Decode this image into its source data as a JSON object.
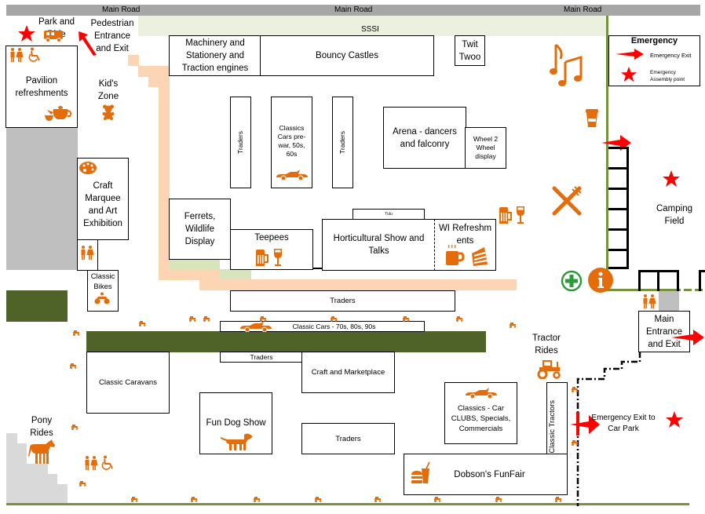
{
  "roads": {
    "main_road_labels": [
      "Main Road",
      "Main Road",
      "Main Road"
    ],
    "sssi_label": "SSSI"
  },
  "areas": {
    "park_and_ride": "Park and Ride",
    "pedestrian_entrance": "Pedestrian Entrance and Exit",
    "pavilion": "Pavilion refreshments",
    "kids_zone": "Kid's Zone",
    "machinery": "Machinery and Stationery and Traction engines",
    "bouncy_castles": "Bouncy Castles",
    "twit_twoo": "Twit Twoo",
    "traders_vertical_1": "Traders",
    "classics_prewar": "Classics Cars pre-war, 50s, 60s",
    "traders_vertical_2": "Traders",
    "arena": "Arena - dancers and falconry",
    "wheel2wheel": "Wheel 2 Wheel display",
    "craft_marquee": "Craft Marquee and Art Exhibition",
    "classic_bikes": "Classic Bikes",
    "ferrets": "Ferrets, Wildlife Display",
    "teepees": "Teepees",
    "tulu": "Tulu",
    "horticultural": "Horticultural Show and Talks",
    "wi_refreshments": "WI Refreshments",
    "camping_field": "Camping Field",
    "traders_row": "Traders",
    "classic_cars_70s": "Classic Cars - 70s, 80s, 90s",
    "traders_small": "Traders",
    "classic_caravans": "Classic Caravans",
    "craft_marketplace": "Craft and Marketplace",
    "tractor_rides": "Tractor Rides",
    "main_entrance": "Main Entrance and Exit",
    "car_clubs": "Classics - Car CLUBS, Specials, Commercials",
    "classic_tractors": "Classic Tractors",
    "emergency_exit_car_park": "Emergency Exit to Car Park",
    "fun_dog_show": "Fun Dog Show",
    "traders_bottom": "Traders",
    "funfair": "Dobson's FunFair",
    "pony_rides": "Pony Rides"
  },
  "legend": {
    "title": "Emergency",
    "exit_label": "Emergency Exit",
    "assembly_label": "Emergency Assembly point"
  },
  "colors": {
    "accent_orange": "#e46c0a",
    "emergency_red": "#ff0000",
    "road_grey": "#a6a6a6",
    "path_peach": "#fcd5b4",
    "hedge_green": "#4f6228",
    "boundary_green": "#76923c",
    "first_aid_green": "#2e9a3a"
  }
}
